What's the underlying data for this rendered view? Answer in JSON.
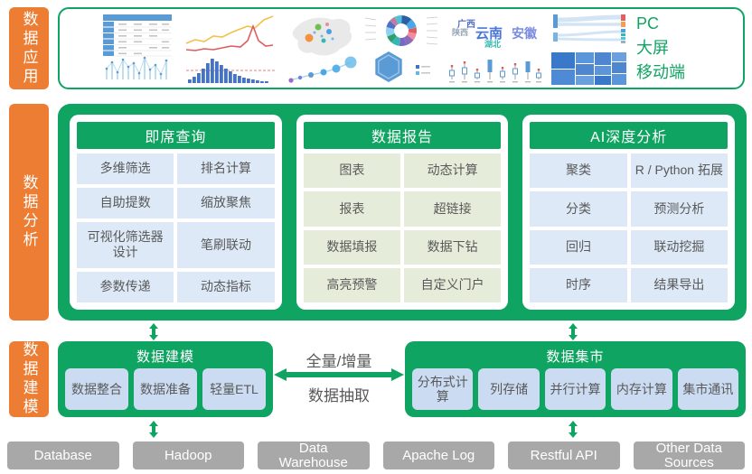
{
  "colors": {
    "brand_green": "#0FA462",
    "layer_orange": "#EC7D33",
    "cell_blue": "#DDE9F7",
    "cell_green": "#E5EDDA",
    "modeling_cell_blue": "#CBDCF2",
    "source_gray": "#A8A8A8",
    "text_gray": "#595959"
  },
  "layers": {
    "application": {
      "label": "数据应用"
    },
    "analysis": {
      "label": "数据分析"
    },
    "modeling": {
      "label": "数据建模"
    }
  },
  "application": {
    "outputs": [
      "PC",
      "大屏",
      "移动端"
    ],
    "wordcloud": [
      "云南",
      "安徽",
      "广西",
      "陕西",
      "湖北"
    ]
  },
  "analysis": {
    "panels": [
      {
        "title": "即席查询",
        "items": [
          "多维筛选",
          "排名计算",
          "自助提数",
          "缩放聚焦",
          "可视化筛选器设计",
          "笔刷联动",
          "参数传递",
          "动态指标"
        ]
      },
      {
        "title": "数据报告",
        "items": [
          "图表",
          "动态计算",
          "报表",
          "超链接",
          "数据填报",
          "数据下钻",
          "高亮预警",
          "自定义门户"
        ]
      },
      {
        "title": "AI深度分析",
        "items": [
          "聚类",
          "R / Python 拓展",
          "分类",
          "预测分析",
          "回归",
          "联动挖掘",
          "时序",
          "结果导出"
        ]
      }
    ]
  },
  "modeling": {
    "left_panel": {
      "title": "数据建模",
      "items": [
        "数据整合",
        "数据准备",
        "轻量ETL"
      ]
    },
    "exchange": {
      "line1": "全量/增量",
      "line2": "数据抽取"
    },
    "right_panel": {
      "title": "数据集市",
      "items": [
        "分布式计算",
        "列存储",
        "并行计算",
        "内存计算",
        "集市通讯"
      ]
    }
  },
  "sources": [
    "Database",
    "Hadoop",
    "Data Warehouse",
    "Apache Log",
    "Restful API",
    "Other Data Sources"
  ]
}
